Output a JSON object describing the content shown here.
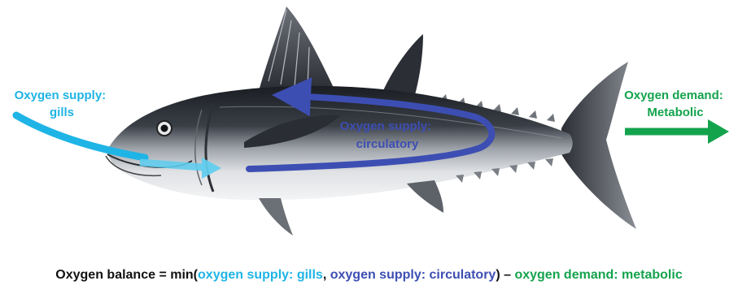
{
  "labels": {
    "gills": [
      "Oxygen supply:",
      "gills"
    ],
    "circulatory": [
      "Oxygen supply:",
      "circulatory"
    ],
    "demand": [
      "Oxygen demand:",
      "Metabolic"
    ]
  },
  "equation": {
    "prefix": "Oxygen balance = min(",
    "gills": "oxygen supply: gills",
    "sep": ", ",
    "circulatory": "oxygen supply: circulatory",
    "close": ") – ",
    "demand": "oxygen demand: metabolic"
  },
  "colors": {
    "gills": "#1fb4e6",
    "circulatory": "#3d4eb3",
    "demand": "#14a34d",
    "text": "#111111"
  },
  "icons": [
    "tuna-fish-illustration",
    "gill-arrow",
    "circulatory-arrow",
    "demand-arrow"
  ]
}
